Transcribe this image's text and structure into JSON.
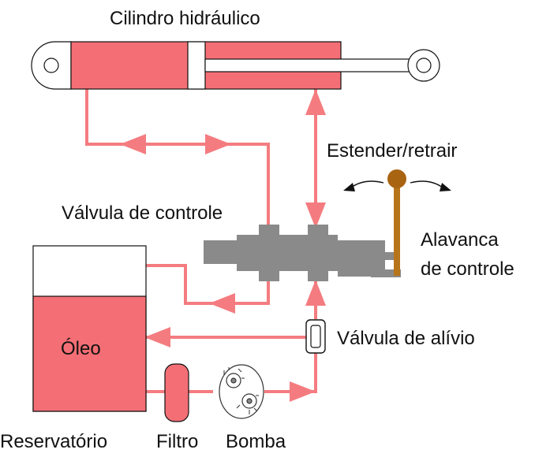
{
  "labels": {
    "cylinder": "Cilindro hidráulico",
    "extend_retract": "Estender/retrair",
    "control_valve": "Válvula de controle",
    "lever_line1": "Alavanca",
    "lever_line2": "de controle",
    "relief_valve": "Válvula de alívio",
    "oil": "Óleo",
    "reservoir": "Reservatório",
    "filter": "Filtro",
    "pump": "Bomba"
  },
  "colors": {
    "fluid": "#f47c80",
    "fluid_fill": "#f46f75",
    "valve_body": "#8a8a8a",
    "lever": "#b8741a",
    "lever_knob": "#a96412",
    "outline": "#111111"
  }
}
